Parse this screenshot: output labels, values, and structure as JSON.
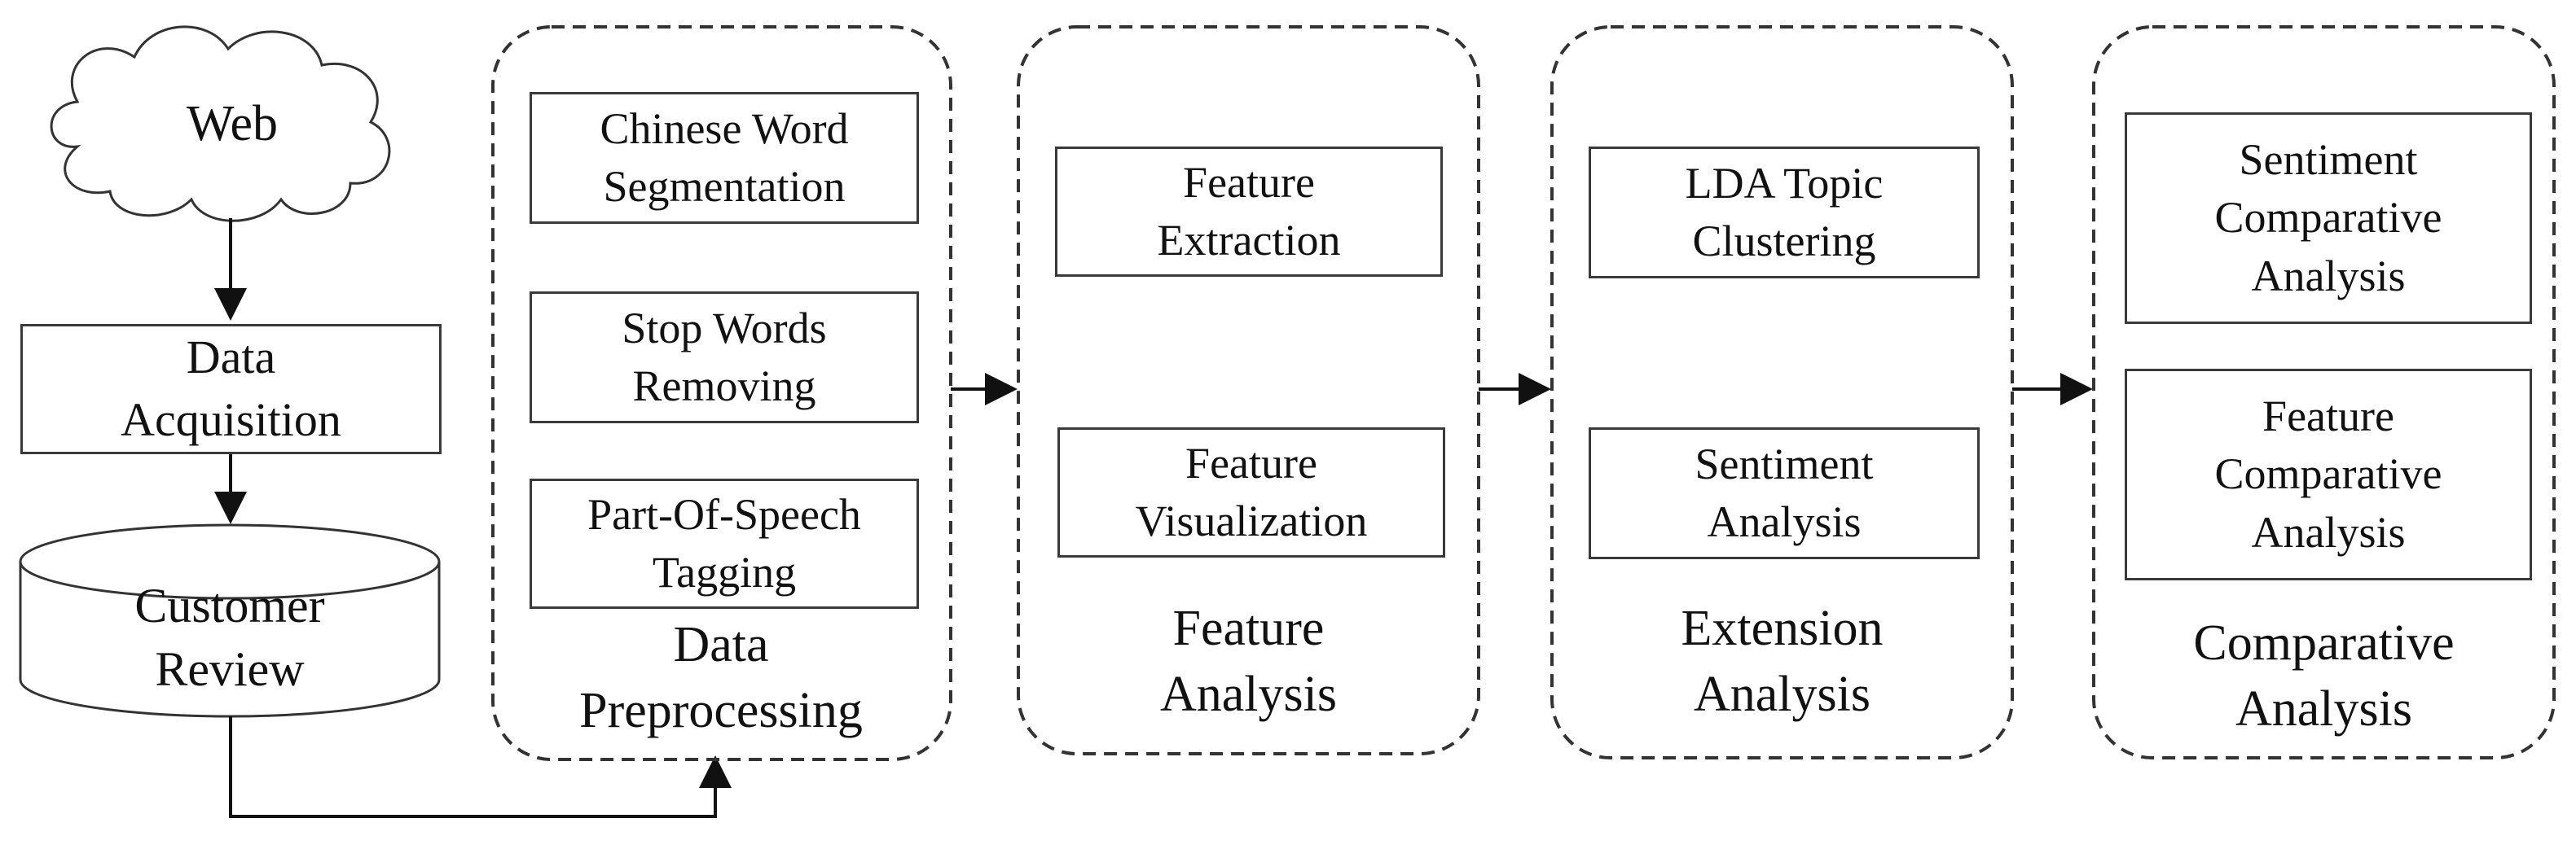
{
  "source": {
    "web": "Web",
    "acquisition": "Data\nAcquisition",
    "review": "Customer\nReview"
  },
  "stages": [
    {
      "title": "Data\nPreprocessing",
      "items": [
        "Chinese Word\nSegmentation",
        "Stop Words\nRemoving",
        "Part-Of-Speech\nTagging"
      ]
    },
    {
      "title": "Feature\nAnalysis",
      "items": [
        "Feature\nExtraction",
        "Feature\nVisualization"
      ]
    },
    {
      "title": "Extension\nAnalysis",
      "items": [
        "LDA Topic\nClustering",
        "Sentiment\nAnalysis"
      ]
    },
    {
      "title": "Comparative\nAnalysis",
      "items": [
        "Sentiment\nComparative\nAnalysis",
        "Feature\nComparative\nAnalysis"
      ]
    }
  ]
}
